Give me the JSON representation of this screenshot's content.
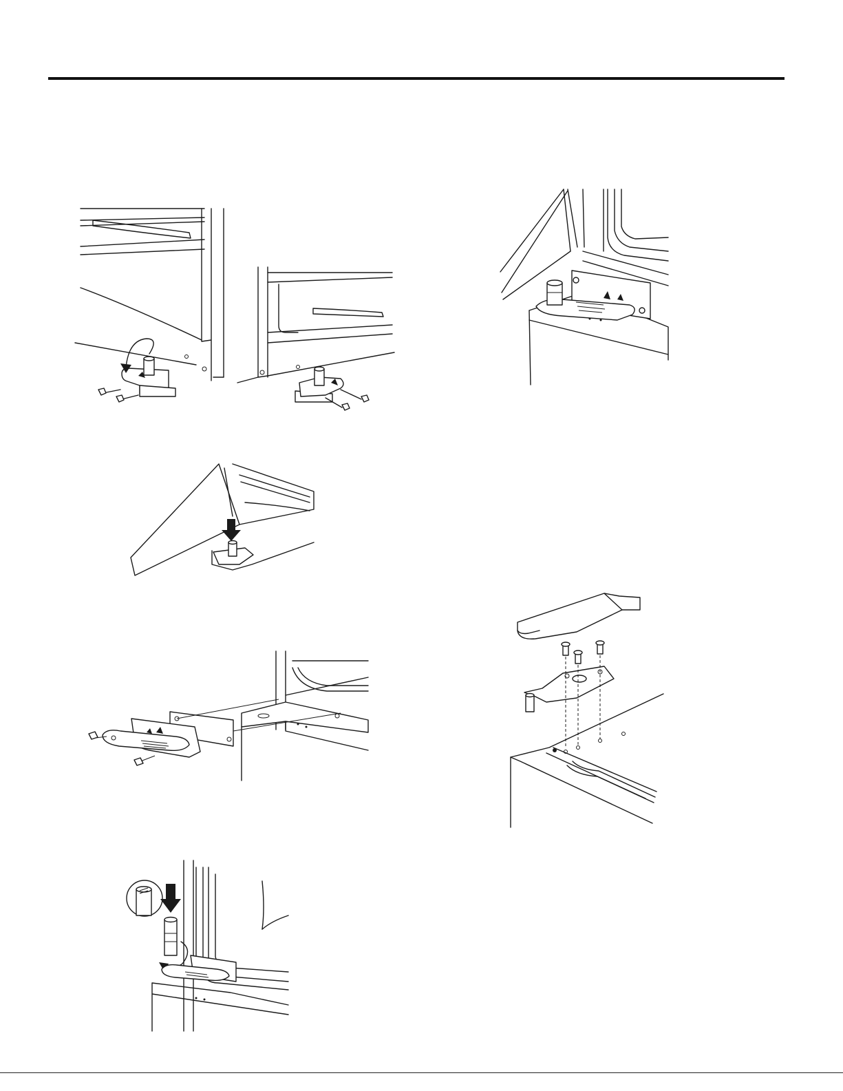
{
  "page": {
    "figures": [
      {
        "id": "hinge-pin-flip-left",
        "icon": "hinge-bracket-removal"
      },
      {
        "id": "hinge-bracket-right-side",
        "icon": "hinge-bracket-install"
      },
      {
        "id": "door-lowered-onto-pin",
        "icon": "door-on-hinge-pin"
      },
      {
        "id": "hinge-plate-bolt-assembly",
        "icon": "hinge-plate-exploded"
      },
      {
        "id": "pin-insert-and-rotate",
        "icon": "hinge-pin-insert"
      },
      {
        "id": "top-hinge-installed",
        "icon": "top-hinge-closeup"
      },
      {
        "id": "top-hinge-cover-exploded",
        "icon": "top-hinge-cover-exploded"
      }
    ]
  }
}
